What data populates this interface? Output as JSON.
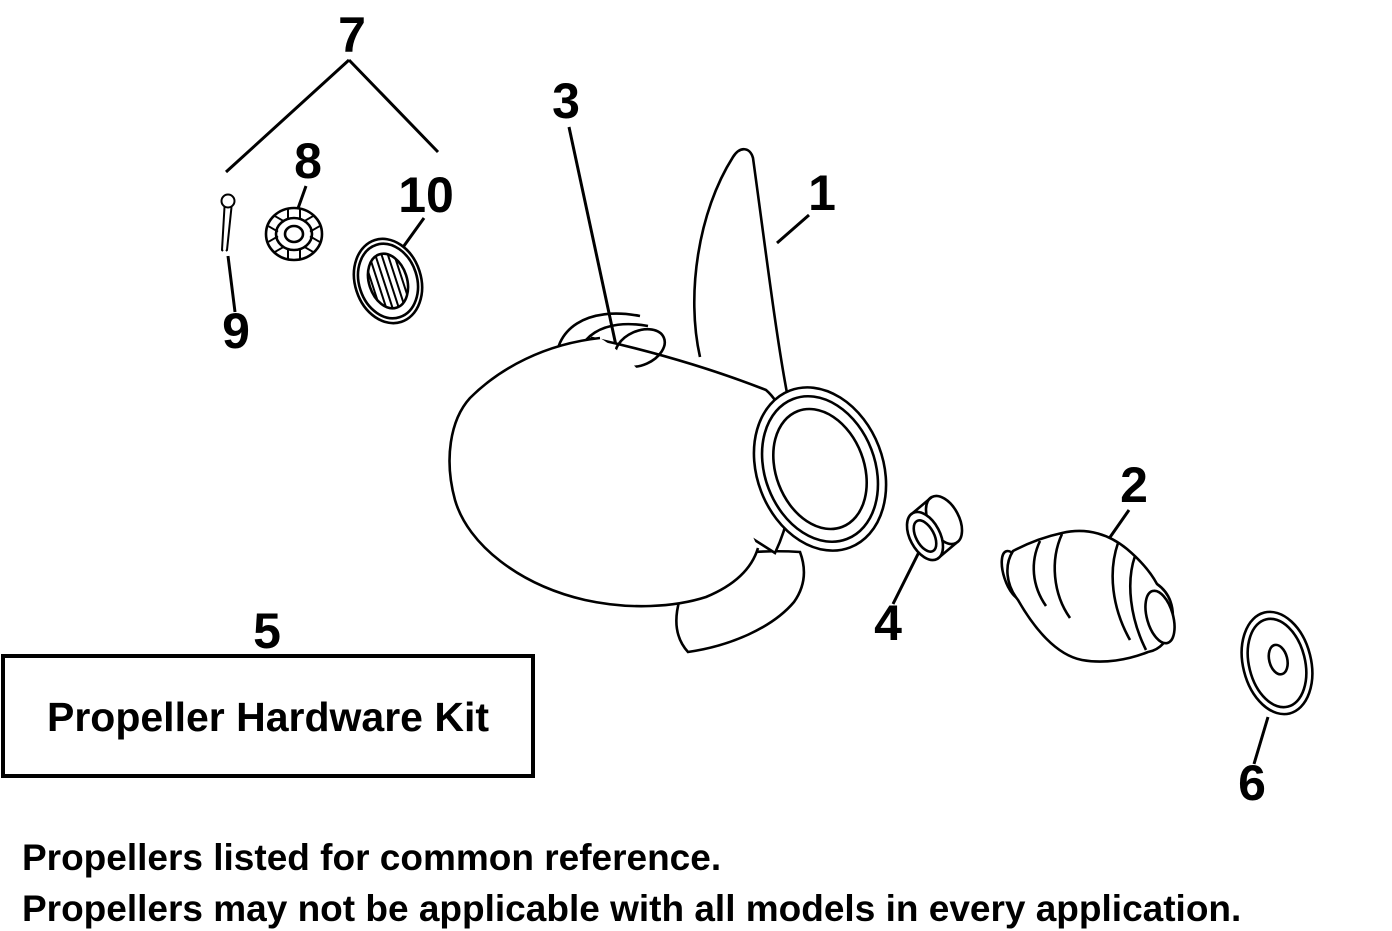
{
  "diagram": {
    "background_color": "#ffffff",
    "line_color": "#000000",
    "callouts": {
      "c1": "1",
      "c2": "2",
      "c3": "3",
      "c4": "4",
      "c5": "5",
      "c6": "6",
      "c7": "7",
      "c8": "8",
      "c9": "9",
      "c10": "10"
    },
    "kit_box": {
      "label": "Propeller Hardware Kit"
    },
    "notes": {
      "line1": "Propellers listed for common reference.",
      "line2": "Propellers may not be applicable with all models in every application."
    }
  }
}
